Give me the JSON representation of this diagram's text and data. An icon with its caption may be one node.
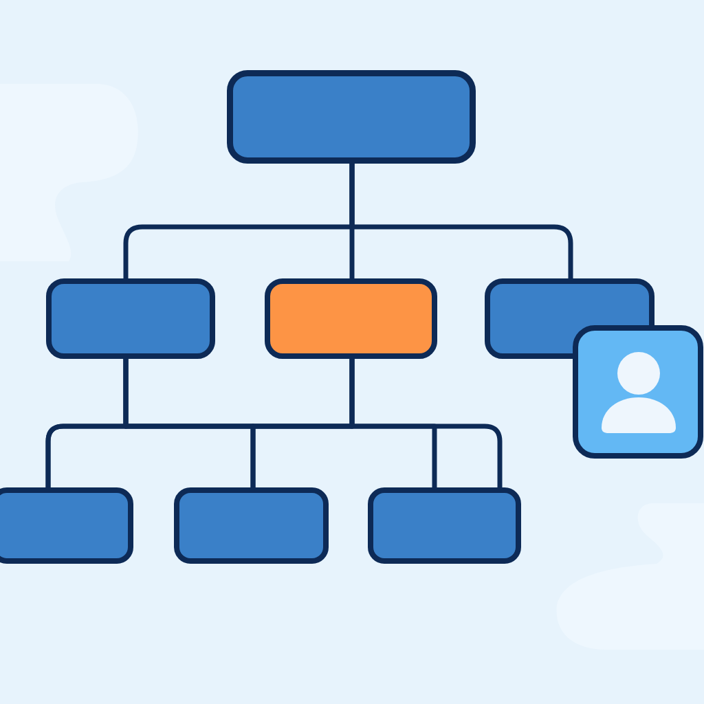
{
  "diagram": {
    "nodes": [
      {
        "text": [],
        "shape": "box"
      },
      {
        "text": [],
        "shape": "box"
      },
      {
        "text": [],
        "shape": "box"
      },
      {
        "text": [],
        "shape": "box"
      },
      {
        "text": [],
        "shape": "person"
      },
      {
        "text": [],
        "shape": "box"
      },
      {
        "text": [],
        "shape": "box"
      },
      {
        "text": [],
        "shape": "box"
      }
    ],
    "edges": [
      {
        "from": 0,
        "to": 1,
        "arrow": "none"
      },
      {
        "from": 0,
        "to": 2,
        "arrow": "none"
      },
      {
        "from": 0,
        "to": 3,
        "arrow": "none"
      },
      {
        "from": 1,
        "to": 5,
        "arrow": "none"
      },
      {
        "from": 1,
        "to": 6,
        "arrow": "none"
      },
      {
        "from": 1,
        "to": 7,
        "arrow": "none"
      },
      {
        "from": 2,
        "to": 5,
        "arrow": "none"
      },
      {
        "from": 2,
        "to": 6,
        "arrow": "none"
      },
      {
        "from": 2,
        "to": 7,
        "arrow": "none"
      }
    ]
  }
}
